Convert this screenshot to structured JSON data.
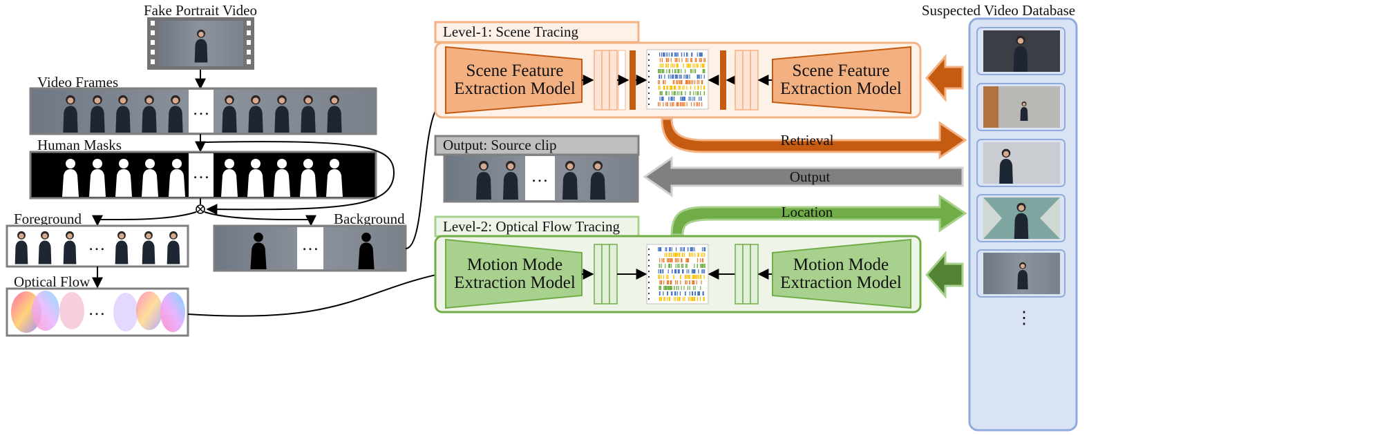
{
  "labels": {
    "fake_video": "Fake Portrait Video",
    "video_frames": "Video Frames",
    "human_masks": "Human Masks",
    "foreground": "Foreground",
    "background": "Background",
    "optical_flow": "Optical Flow",
    "level1": "Level-1: Scene Tracing",
    "level2": "Level-2: Optical Flow Tracing",
    "output_source": "Output: Source clip",
    "database": "Suspected Video Database",
    "ellipsis": "…",
    "vertical_ellipsis": "⋮"
  },
  "models": {
    "scene_left_1": "Scene Feature",
    "scene_left_2": "Extraction Model",
    "scene_right_1": "Scene Feature",
    "scene_right_2": "Extraction Model",
    "motion_left_1": "Motion Mode",
    "motion_left_2": "Extraction Model",
    "motion_right_1": "Motion Mode",
    "motion_right_2": "Extraction Model"
  },
  "arrows": {
    "retrieval": "Retrieval",
    "output": "Output",
    "location": "Location"
  },
  "colors": {
    "orange_fill": "#f3b182",
    "orange_border": "#f4b183",
    "orange_dark": "#c55a11",
    "orange_bg": "#fdf1e8",
    "green_fill": "#a9d18e",
    "green_border": "#70ad47",
    "green_dark": "#548235",
    "green_bg": "#eef5e8",
    "gray_dark": "#808080",
    "gray_light": "#bfbfbf",
    "blue_border": "#8faadc",
    "blue_bg": "#dae3f3"
  }
}
